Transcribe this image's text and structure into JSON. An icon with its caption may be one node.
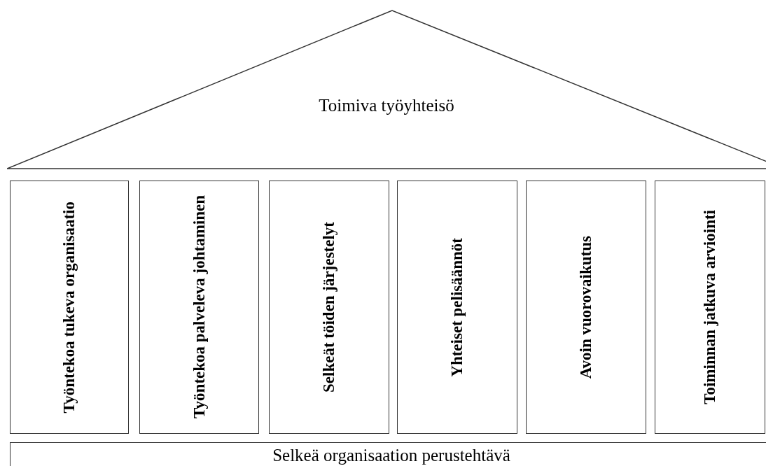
{
  "diagram": {
    "nodes": [
      {
        "text": [
          "Toimiva työyhteisö"
        ]
      },
      {
        "text": [
          "Työntekoa tukeva organisaatio"
        ]
      },
      {
        "text": [
          "Työntekoa palveleva johtaminen"
        ]
      },
      {
        "text": [
          "Selkeät töiden järjestelyt"
        ]
      },
      {
        "text": [
          "Yhteiset pelisäännöt"
        ]
      },
      {
        "text": [
          "Avoin vuorovaikutus"
        ]
      },
      {
        "text": [
          "Toiminnan jatkuva arviointi"
        ]
      },
      {
        "text": [
          "Selkeä organisaation perustehtävä"
        ]
      }
    ]
  }
}
